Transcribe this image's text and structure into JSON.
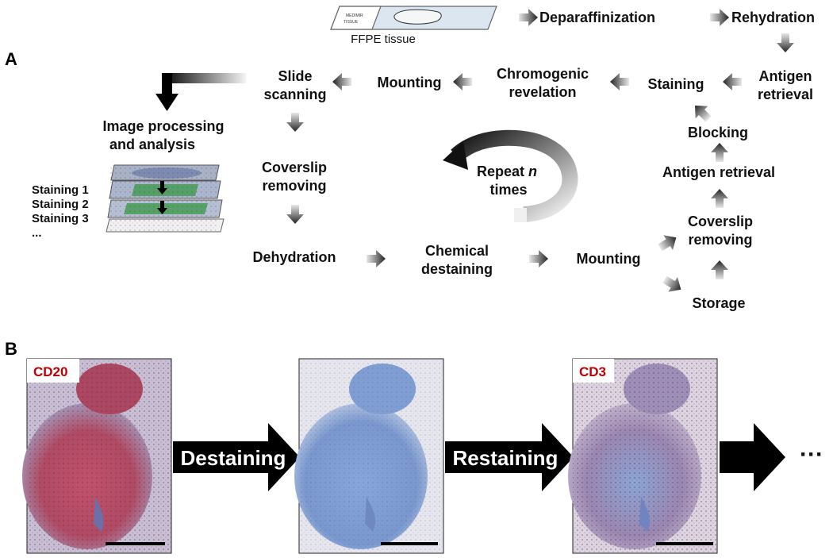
{
  "panels": {
    "a": "A",
    "b": "B"
  },
  "slide": {
    "caption": "FFPE tissue",
    "label_line1": "MEDIMIR",
    "label_line2": "TISSUE"
  },
  "steps": {
    "deparaffinization": "Deparaffinization",
    "rehydration": "Rehydration",
    "antigen_retrieval_1": "Antigen",
    "antigen_retrieval_2": "retrieval",
    "staining": "Staining",
    "chromogenic_1": "Chromogenic",
    "chromogenic_2": "revelation",
    "mounting_top": "Mounting",
    "slide_scanning_1": "Slide",
    "slide_scanning_2": "scanning",
    "image_processing_1": "Image processing",
    "image_processing_2": "and analysis",
    "coverslip_left_1": "Coverslip",
    "coverslip_left_2": "removing",
    "dehydration": "Dehydration",
    "chemical_1": "Chemical",
    "chemical_2": "destaining",
    "mounting_bottom": "Mounting",
    "storage": "Storage",
    "coverslip_right_1": "Coverslip",
    "coverslip_right_2": "removing",
    "antigen_retrieval_mid": "Antigen retrieval",
    "blocking": "Blocking",
    "repeat_1": "Repeat ",
    "repeat_n": "n",
    "repeat_2": "times"
  },
  "stack_labels": [
    "Staining 1",
    "Staining 2",
    "Staining 3",
    "..."
  ],
  "bottom": {
    "tag_1": "CD20",
    "tag_3": "CD3",
    "arrow_1": "Destaining",
    "arrow_2": "Restaining",
    "ellipsis": "···"
  },
  "colors": {
    "stain_red": "#b8435a",
    "stain_blue": "#7d9bd1",
    "tag_red": "#c00000"
  }
}
